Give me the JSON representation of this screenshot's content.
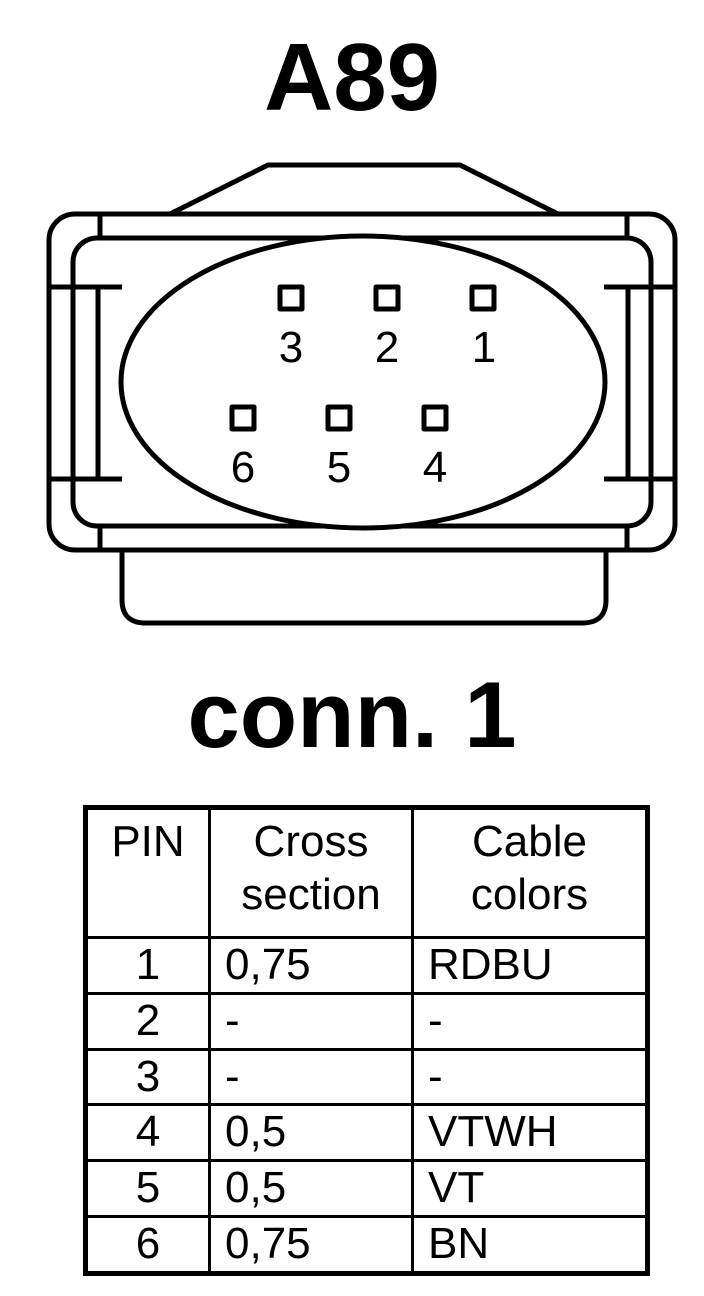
{
  "component": "A89",
  "connector": "conn. 1",
  "pins": [
    {
      "label": "3"
    },
    {
      "label": "2"
    },
    {
      "label": "1"
    },
    {
      "label": "6"
    },
    {
      "label": "5"
    },
    {
      "label": "4"
    }
  ],
  "table": {
    "headers": {
      "pin": "PIN",
      "cross_line1": "Cross",
      "cross_line2": "section",
      "color_line1": "Cable",
      "color_line2": "colors"
    },
    "rows": [
      {
        "pin": "1",
        "cross": "0,75",
        "color": "RDBU"
      },
      {
        "pin": "2",
        "cross": "-",
        "color": "-"
      },
      {
        "pin": "3",
        "cross": "-",
        "color": "-"
      },
      {
        "pin": "4",
        "cross": "0,5",
        "color": "VTWH"
      },
      {
        "pin": "5",
        "cross": "0,5",
        "color": "VT"
      },
      {
        "pin": "6",
        "cross": "0,75",
        "color": "BN"
      }
    ]
  }
}
